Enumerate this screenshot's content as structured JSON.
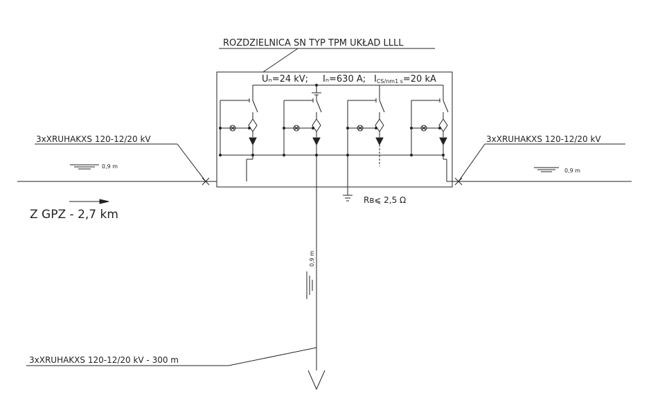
{
  "diagram": {
    "title": "ROZDZIELNICA SN TYP TPM UKŁAD LLLL",
    "ratings": {
      "un": "Uₙ=24 kV;",
      "in": "Iₙ=630 A;",
      "ics_prefix": "I",
      "ics_sub": "CS/nm1 s",
      "ics_value": "=20 kA"
    },
    "cable_left": "3xXRUHAKXS 120-12/20 kV",
    "cable_right": "3xXRUHAKXS 120-12/20 kV",
    "cable_bottom": "3xXRUHAKXS 120-12/20 kV - 300 m",
    "depth_left": "0,9 m",
    "depth_right": "0,9 m",
    "depth_vertical": "0,9 m",
    "source": "Z GPZ - 2,7 km",
    "ground_resistance": "Rʙ⩽ 2,5 Ω",
    "colors": {
      "line": "#222222",
      "background": "#ffffff"
    }
  }
}
